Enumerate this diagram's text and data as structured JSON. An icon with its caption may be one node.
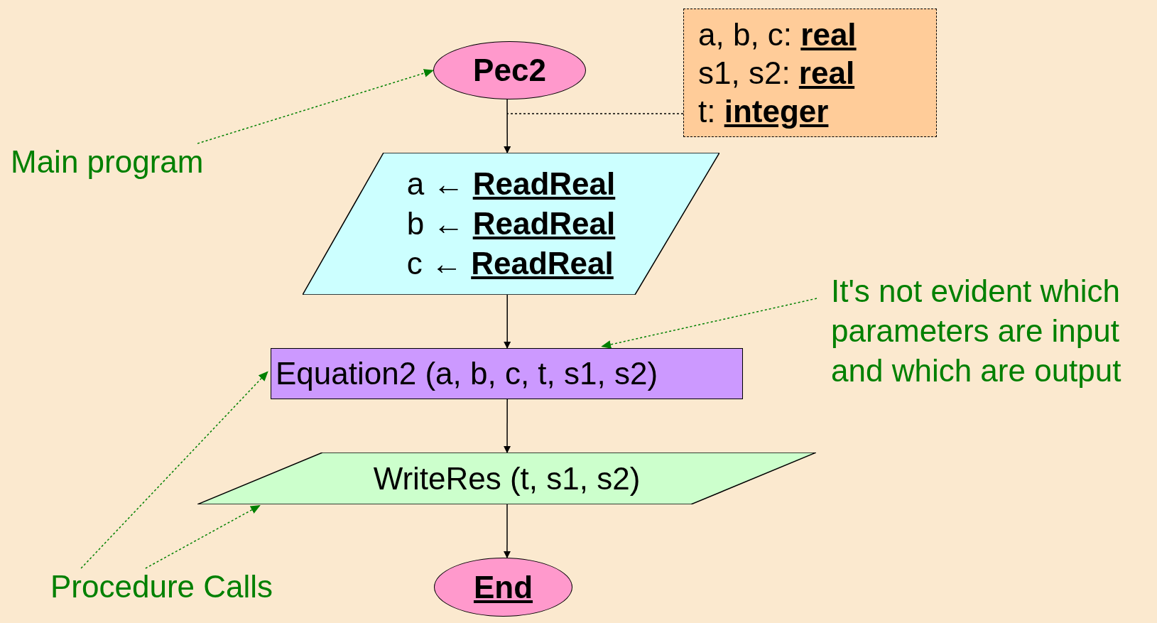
{
  "diagram": {
    "nodes": [
      {
        "text": [
          "Pec2"
        ]
      },
      {
        "text": [
          "a, b, c: **real**",
          "s1, s2: **real**",
          "t: **integer**"
        ]
      },
      {
        "text": [
          "a ← **ReadReal**",
          "b ← **ReadReal**",
          "c ← **ReadReal**"
        ]
      },
      {
        "text": [
          "Equation2 (a, b, c, t, s1, s2)"
        ]
      },
      {
        "text": [
          "WriteRes (t, s1, s2)"
        ]
      },
      {
        "text": [
          "End"
        ]
      },
      {
        "text": [
          "Main program"
        ]
      },
      {
        "text": [
          "It's not evident which parameters are input and which are output"
        ]
      },
      {
        "text": [
          "Procedure Calls"
        ]
      }
    ],
    "edges": [
      {
        "from": 0,
        "to": 2,
        "arrow": "to"
      },
      {
        "from": 2,
        "to": 3,
        "arrow": "to"
      },
      {
        "from": 3,
        "to": 4,
        "arrow": "to"
      },
      {
        "from": 4,
        "to": 5,
        "arrow": "to"
      },
      {
        "from": 1,
        "to": null,
        "arrow": "none",
        "style": "dashed"
      },
      {
        "from": 6,
        "to": 0,
        "arrow": "to",
        "style": "dashed",
        "color": "#008000"
      },
      {
        "from": 7,
        "to": 3,
        "arrow": "to",
        "style": "dashed",
        "color": "#008000"
      },
      {
        "from": 8,
        "to": 3,
        "arrow": "to",
        "style": "dashed",
        "color": "#008000"
      },
      {
        "from": 8,
        "to": 4,
        "arrow": "to",
        "style": "dashed",
        "color": "#008000"
      }
    ]
  }
}
